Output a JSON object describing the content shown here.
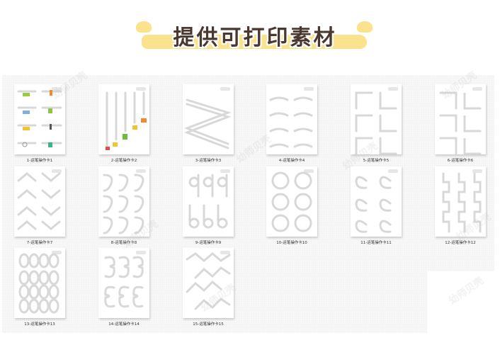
{
  "header": {
    "title": "提供可打印素材",
    "badge_color": "#fbe28c",
    "title_color": "#4a3730"
  },
  "watermark": "幼师贝壳",
  "cards": [
    {
      "label": "1-运笔操作卡1",
      "pattern": "horizontal-lines"
    },
    {
      "label": "2-运笔操作卡2",
      "pattern": "vertical-lines"
    },
    {
      "label": "3-运笔操作卡3",
      "pattern": "zigzag-diagonal"
    },
    {
      "label": "4-运笔操作卡4",
      "pattern": "arcs"
    },
    {
      "label": "5-运笔操作卡5",
      "pattern": "corners"
    },
    {
      "label": "6-运笔操作卡6",
      "pattern": "corners-mirrored"
    },
    {
      "label": "7-运笔操作卡7",
      "pattern": "chevrons"
    },
    {
      "label": "8-运笔操作卡8",
      "pattern": "hooks"
    },
    {
      "label": "9-运笔操作卡9",
      "pattern": "loops-9-6"
    },
    {
      "label": "10-运笔操作卡10",
      "pattern": "circles"
    },
    {
      "label": "11-运笔操作卡11",
      "pattern": "spirals"
    },
    {
      "label": "12-运笔操作卡12",
      "pattern": "square-waves"
    },
    {
      "label": "13-运笔操作卡13",
      "pattern": "loop-rows"
    },
    {
      "label": "14-运笔操作卡14",
      "pattern": "threes"
    },
    {
      "label": "15-运笔操作卡15",
      "pattern": "zigzag-path"
    }
  ]
}
